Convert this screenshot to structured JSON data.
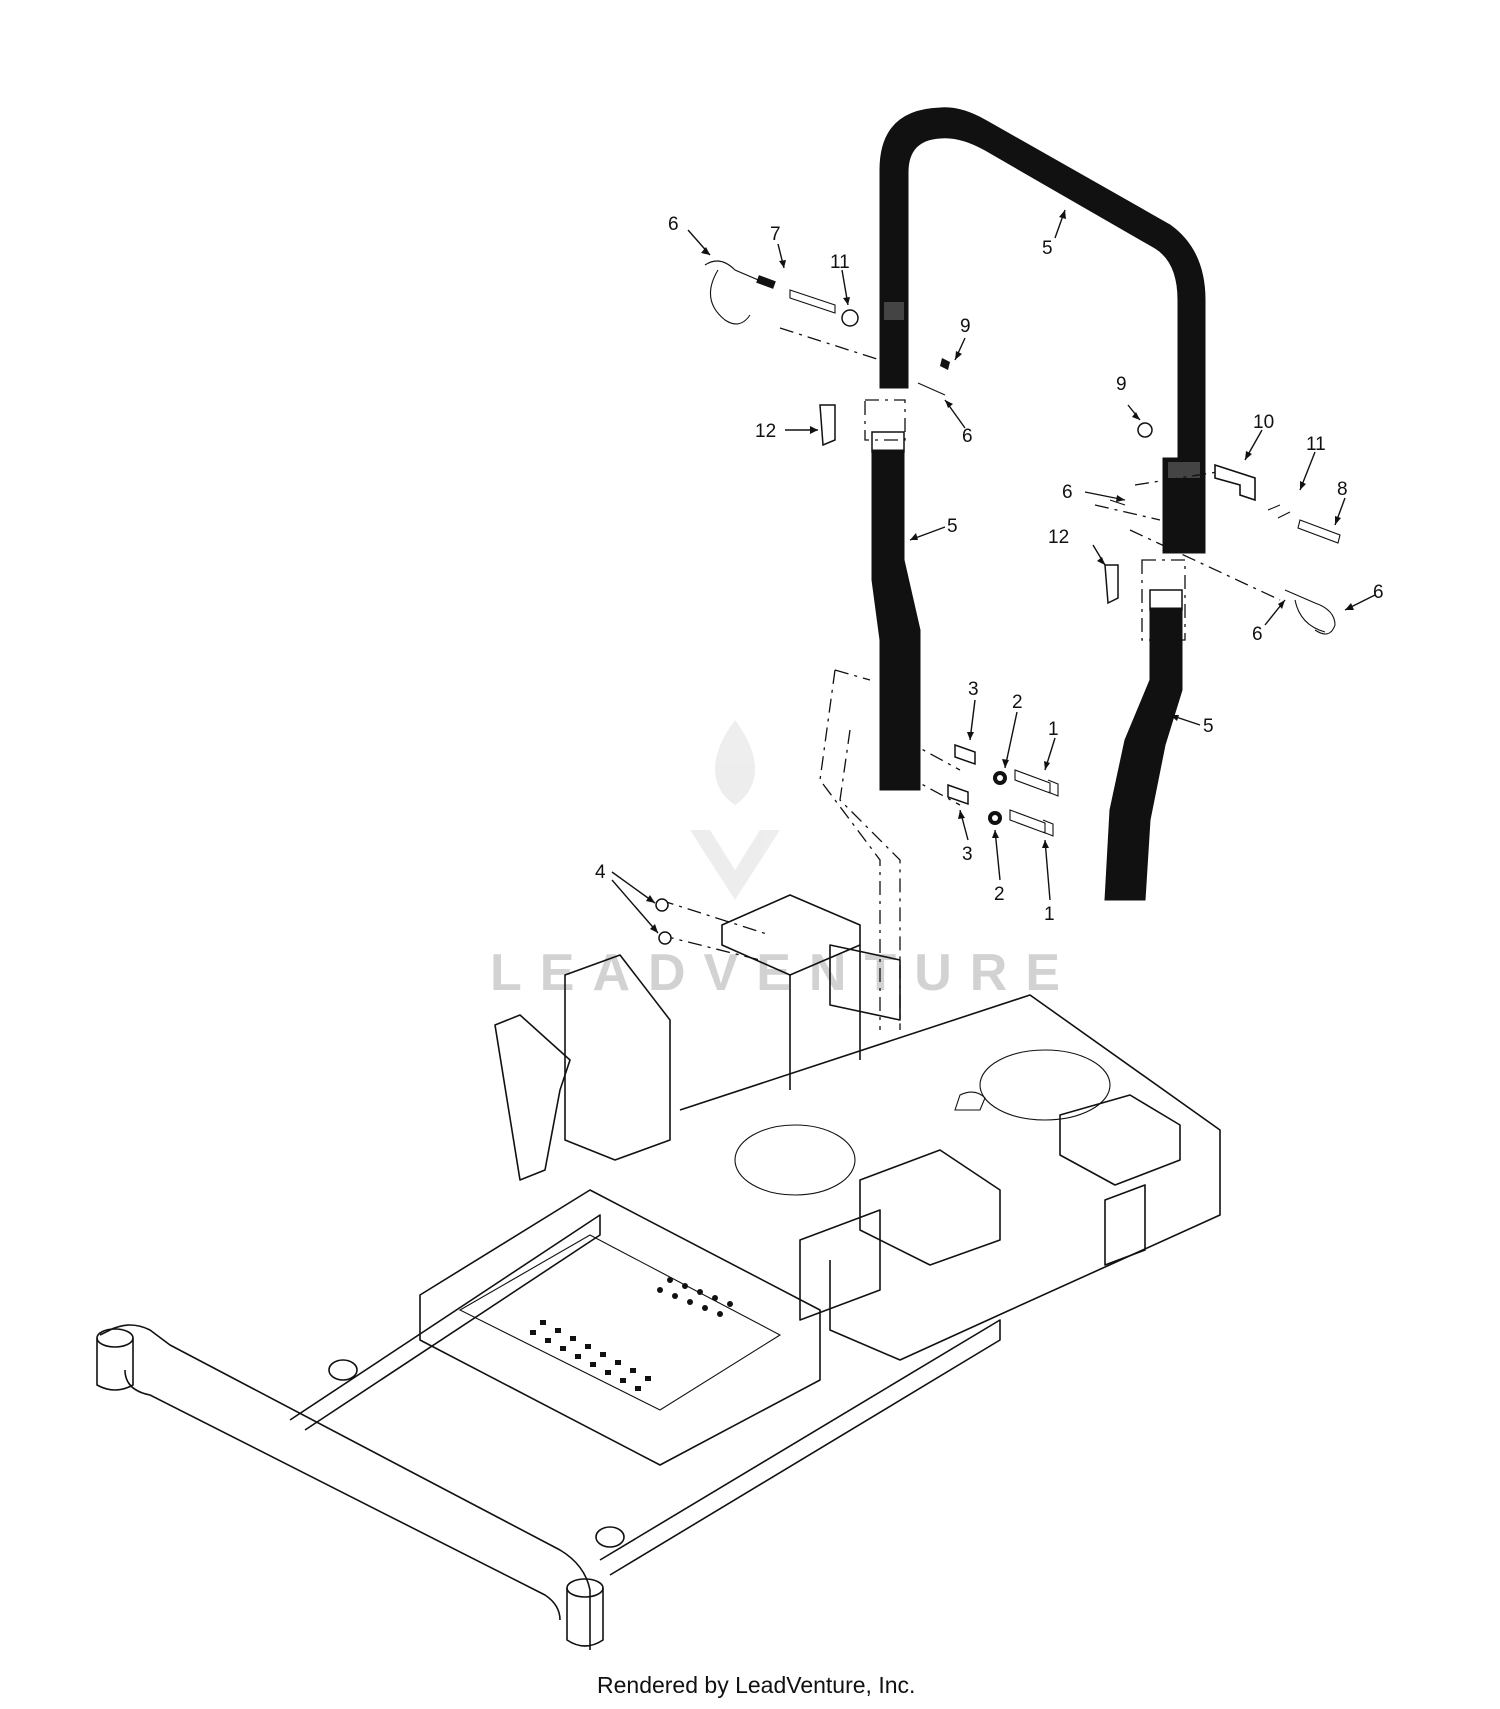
{
  "diagram": {
    "callouts": [
      {
        "id": "c-6-a",
        "label": "6"
      },
      {
        "id": "c-7",
        "label": "7"
      },
      {
        "id": "c-11-a",
        "label": "11"
      },
      {
        "id": "c-5-top",
        "label": "5"
      },
      {
        "id": "c-9-a",
        "label": "9"
      },
      {
        "id": "c-6-b",
        "label": "6"
      },
      {
        "id": "c-12-a",
        "label": "12"
      },
      {
        "id": "c-5-left",
        "label": "5"
      },
      {
        "id": "c-9-b",
        "label": "9"
      },
      {
        "id": "c-10",
        "label": "10"
      },
      {
        "id": "c-11-b",
        "label": "11"
      },
      {
        "id": "c-8",
        "label": "8"
      },
      {
        "id": "c-6-c",
        "label": "6"
      },
      {
        "id": "c-12-b",
        "label": "12"
      },
      {
        "id": "c-6-d",
        "label": "6"
      },
      {
        "id": "c-6-e",
        "label": "6"
      },
      {
        "id": "c-5-right",
        "label": "5"
      },
      {
        "id": "c-3-a",
        "label": "3"
      },
      {
        "id": "c-2-a",
        "label": "2"
      },
      {
        "id": "c-1-a",
        "label": "1"
      },
      {
        "id": "c-3-b",
        "label": "3"
      },
      {
        "id": "c-2-b",
        "label": "2"
      },
      {
        "id": "c-1-b",
        "label": "1"
      },
      {
        "id": "c-4",
        "label": "4"
      }
    ],
    "watermark": "LEADVENTURE",
    "footer": "Rendered by LeadVenture, Inc."
  }
}
